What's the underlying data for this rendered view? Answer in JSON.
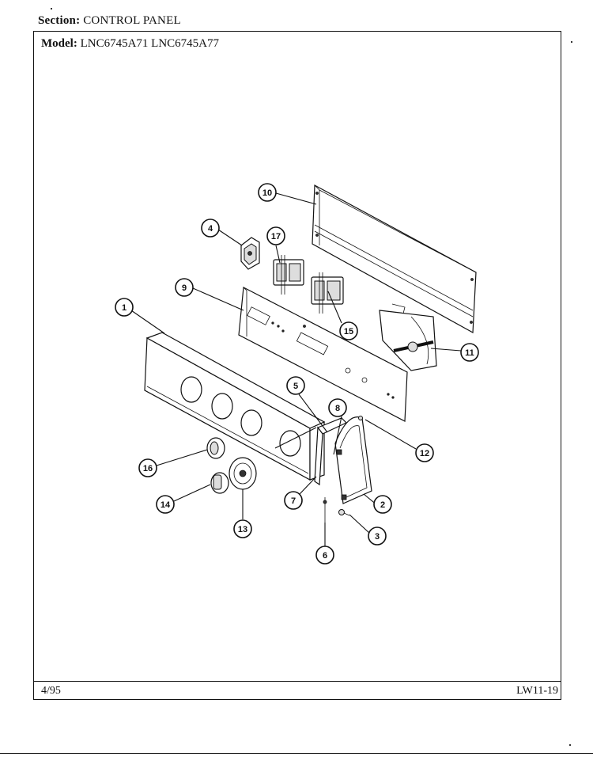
{
  "header": {
    "section_label": "Section:",
    "section_value": "CONTROL PANEL",
    "model_label": "Model:",
    "model_value": "LNC6745A71  LNC6745A77"
  },
  "footer": {
    "date": "4/95",
    "page_code": "LW11-19"
  },
  "callouts": [
    "1",
    "2",
    "3",
    "4",
    "5",
    "6",
    "7",
    "8",
    "9",
    "10",
    "11",
    "12",
    "13",
    "14",
    "15",
    "16",
    "17"
  ]
}
